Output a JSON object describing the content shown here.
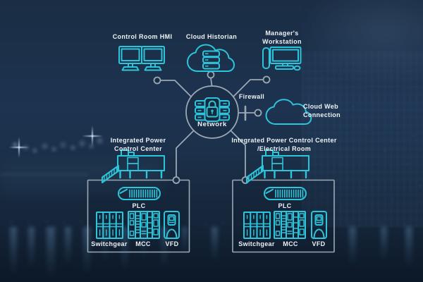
{
  "colors": {
    "accent_cyan": "#2cc5d9",
    "connector_gray": "#9aa8b4",
    "label_text": "#eef3f7",
    "background_navy": "#1b3048"
  },
  "diagram": {
    "top_nodes": {
      "control_room_hmi": {
        "label": "Control Room HMI",
        "icon": "dual-monitors"
      },
      "cloud_historian": {
        "label": "Cloud Historian",
        "icon": "cloud-database"
      },
      "managers_workstation": {
        "label": "Manager's\nWorkstation",
        "icon": "desktop-computer"
      }
    },
    "center": {
      "network": {
        "label": "Network",
        "icon": "server-lock"
      },
      "firewall": {
        "label": "Firewall",
        "icon": "firewall-bar"
      },
      "cloud_web_connection": {
        "label": "Cloud Web\nConnection",
        "icon": "cloud"
      }
    },
    "sites": [
      {
        "title": "Integrated Power\nControl Center",
        "icon": "ehouse",
        "plc_label": "PLC",
        "switchgear_label": "Switchgear",
        "mcc_label": "MCC",
        "vfd_label": "VFD"
      },
      {
        "title": "Integrated Power Control Center\n/Electrical Room",
        "icon": "ehouse",
        "plc_label": "PLC",
        "switchgear_label": "Switchgear",
        "mcc_label": "MCC",
        "vfd_label": "VFD"
      }
    ]
  }
}
